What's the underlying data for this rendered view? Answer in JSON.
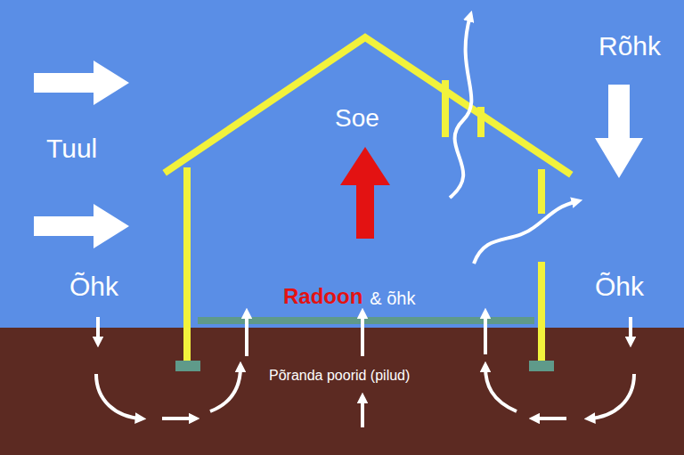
{
  "diagram": {
    "labels": [
      "Rõhk",
      "Tuul",
      "Soe",
      "Õhk",
      "Radoon",
      "& õhk",
      "Õhk",
      "Põranda poorid (pilud)"
    ]
  }
}
